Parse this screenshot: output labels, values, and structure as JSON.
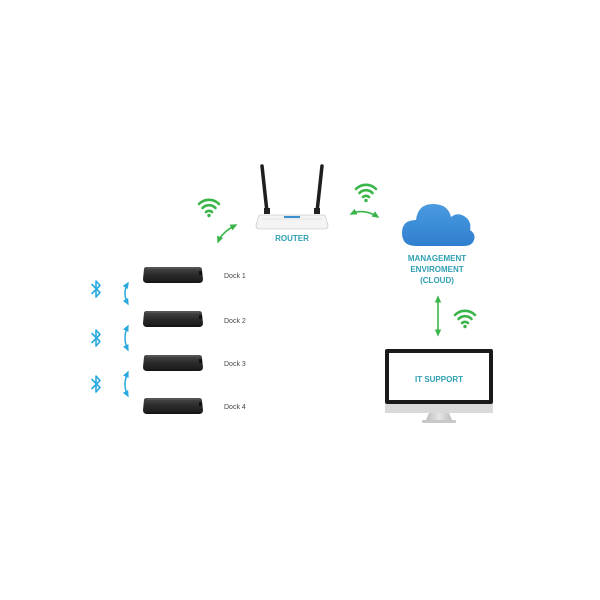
{
  "colors": {
    "wifi": "#3bb54a",
    "arrow_green": "#3bb54a",
    "arrow_blue": "#29a8e0",
    "bluetooth": "#29a8e0",
    "cloud": "#3d8fd8",
    "label": "#2f9fb3",
    "dock_body": "#2b2b2b"
  },
  "labels": {
    "router": "ROUTER",
    "cloud_line1": "MANAGEMENT",
    "cloud_line2": "ENVIROMENT",
    "cloud_line3": "(CLOUD)",
    "it_support": "IT SUPPORT"
  },
  "docks": [
    {
      "label": "Dock 1"
    },
    {
      "label": "Dock 2"
    },
    {
      "label": "Dock 3"
    },
    {
      "label": "Dock 4"
    }
  ],
  "icons": {
    "wifi": "wifi-icon",
    "bluetooth": "bluetooth-icon",
    "router": "router-icon",
    "cloud": "cloud-icon",
    "monitor": "monitor-icon",
    "dock": "dock-icon"
  }
}
